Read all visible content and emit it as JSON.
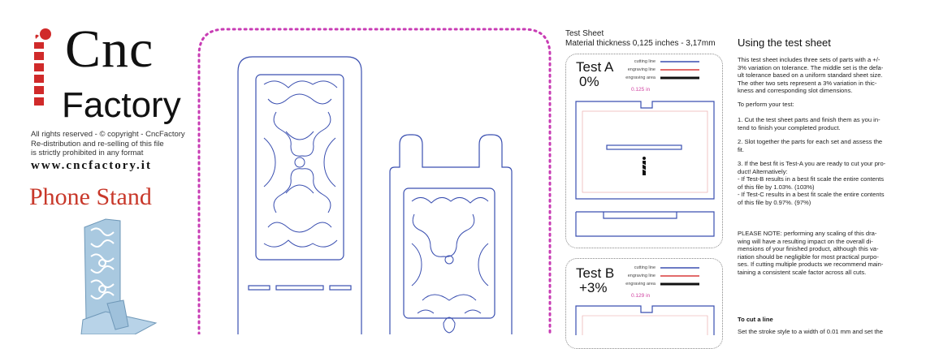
{
  "brand": {
    "logo_line1": "Cnc",
    "logo_line2": "Factory",
    "rights_lines": [
      "All rights reserved - © copyright - CncFactory",
      "Re-distribution and re-selling of this file",
      "is strictly prohibited in any format"
    ],
    "website": "www.cncfactory.it",
    "product_title": "Phone Stand"
  },
  "test_sheet": {
    "title": "Test Sheet",
    "thickness": "Material thickness  0,125 inches - 3,17mm",
    "tests": [
      {
        "name": "Test A",
        "variation": "0%",
        "dimension": "0.125 in"
      },
      {
        "name": "Test B",
        "variation": "+3%",
        "dimension": "0.129 in"
      }
    ],
    "legend": [
      {
        "label": "cutting line",
        "color": "#3a4fb0"
      },
      {
        "label": "engraving line",
        "color": "#d83a3a"
      },
      {
        "label": "engraving area",
        "color": "#111111"
      }
    ]
  },
  "instructions": {
    "heading": "Using the test sheet",
    "intro_lines": [
      "This test sheet includes three sets of parts with a +/-",
      "3% variation on tolerance. The middle set is the defa-",
      "ult tolerance based on a uniform standard sheet size.",
      "The other two sets represent a 3% variation in thic-",
      "kness and corresponding slot dimensions."
    ],
    "perform_lines": [
      "To perform your test:"
    ],
    "step1_lines": [
      "1. Cut the test sheet parts and finish them as you in-",
      "tend to finish your completed product."
    ],
    "step2_lines": [
      "2. Slot together the parts for each set and assess the",
      "fit."
    ],
    "step3_lines": [
      "3. If the best fit is Test-A you are ready to cut your pro-",
      "duct! Alternatively:",
      "- If Test-B results in a best fit scale the entire contents",
      "of this file by 1.03%. (103%)",
      "- If Test-C results in a best fit scale the entire contents",
      "of this file by 0.97%. (97%)"
    ],
    "note_lines": [
      "PLEASE NOTE: performing any scaling of this dra-",
      "wing will have a resulting impact on the overall di-",
      "mensions of your finished product, although this va-",
      "riation should be negligible for most practical purpo-",
      "ses. If cutting multiple products we recommend main-",
      "taining a consistent scale factor across all cuts."
    ],
    "cut_heading": "To cut a line",
    "cut_lines": [
      "Set the stroke style to a width of 0.01 mm and set the"
    ]
  },
  "colors": {
    "cut_line": "#3a4fb0",
    "plate_border": "#c83cb4",
    "logo_red": "#d02a2a",
    "title_red": "#c8382a"
  }
}
